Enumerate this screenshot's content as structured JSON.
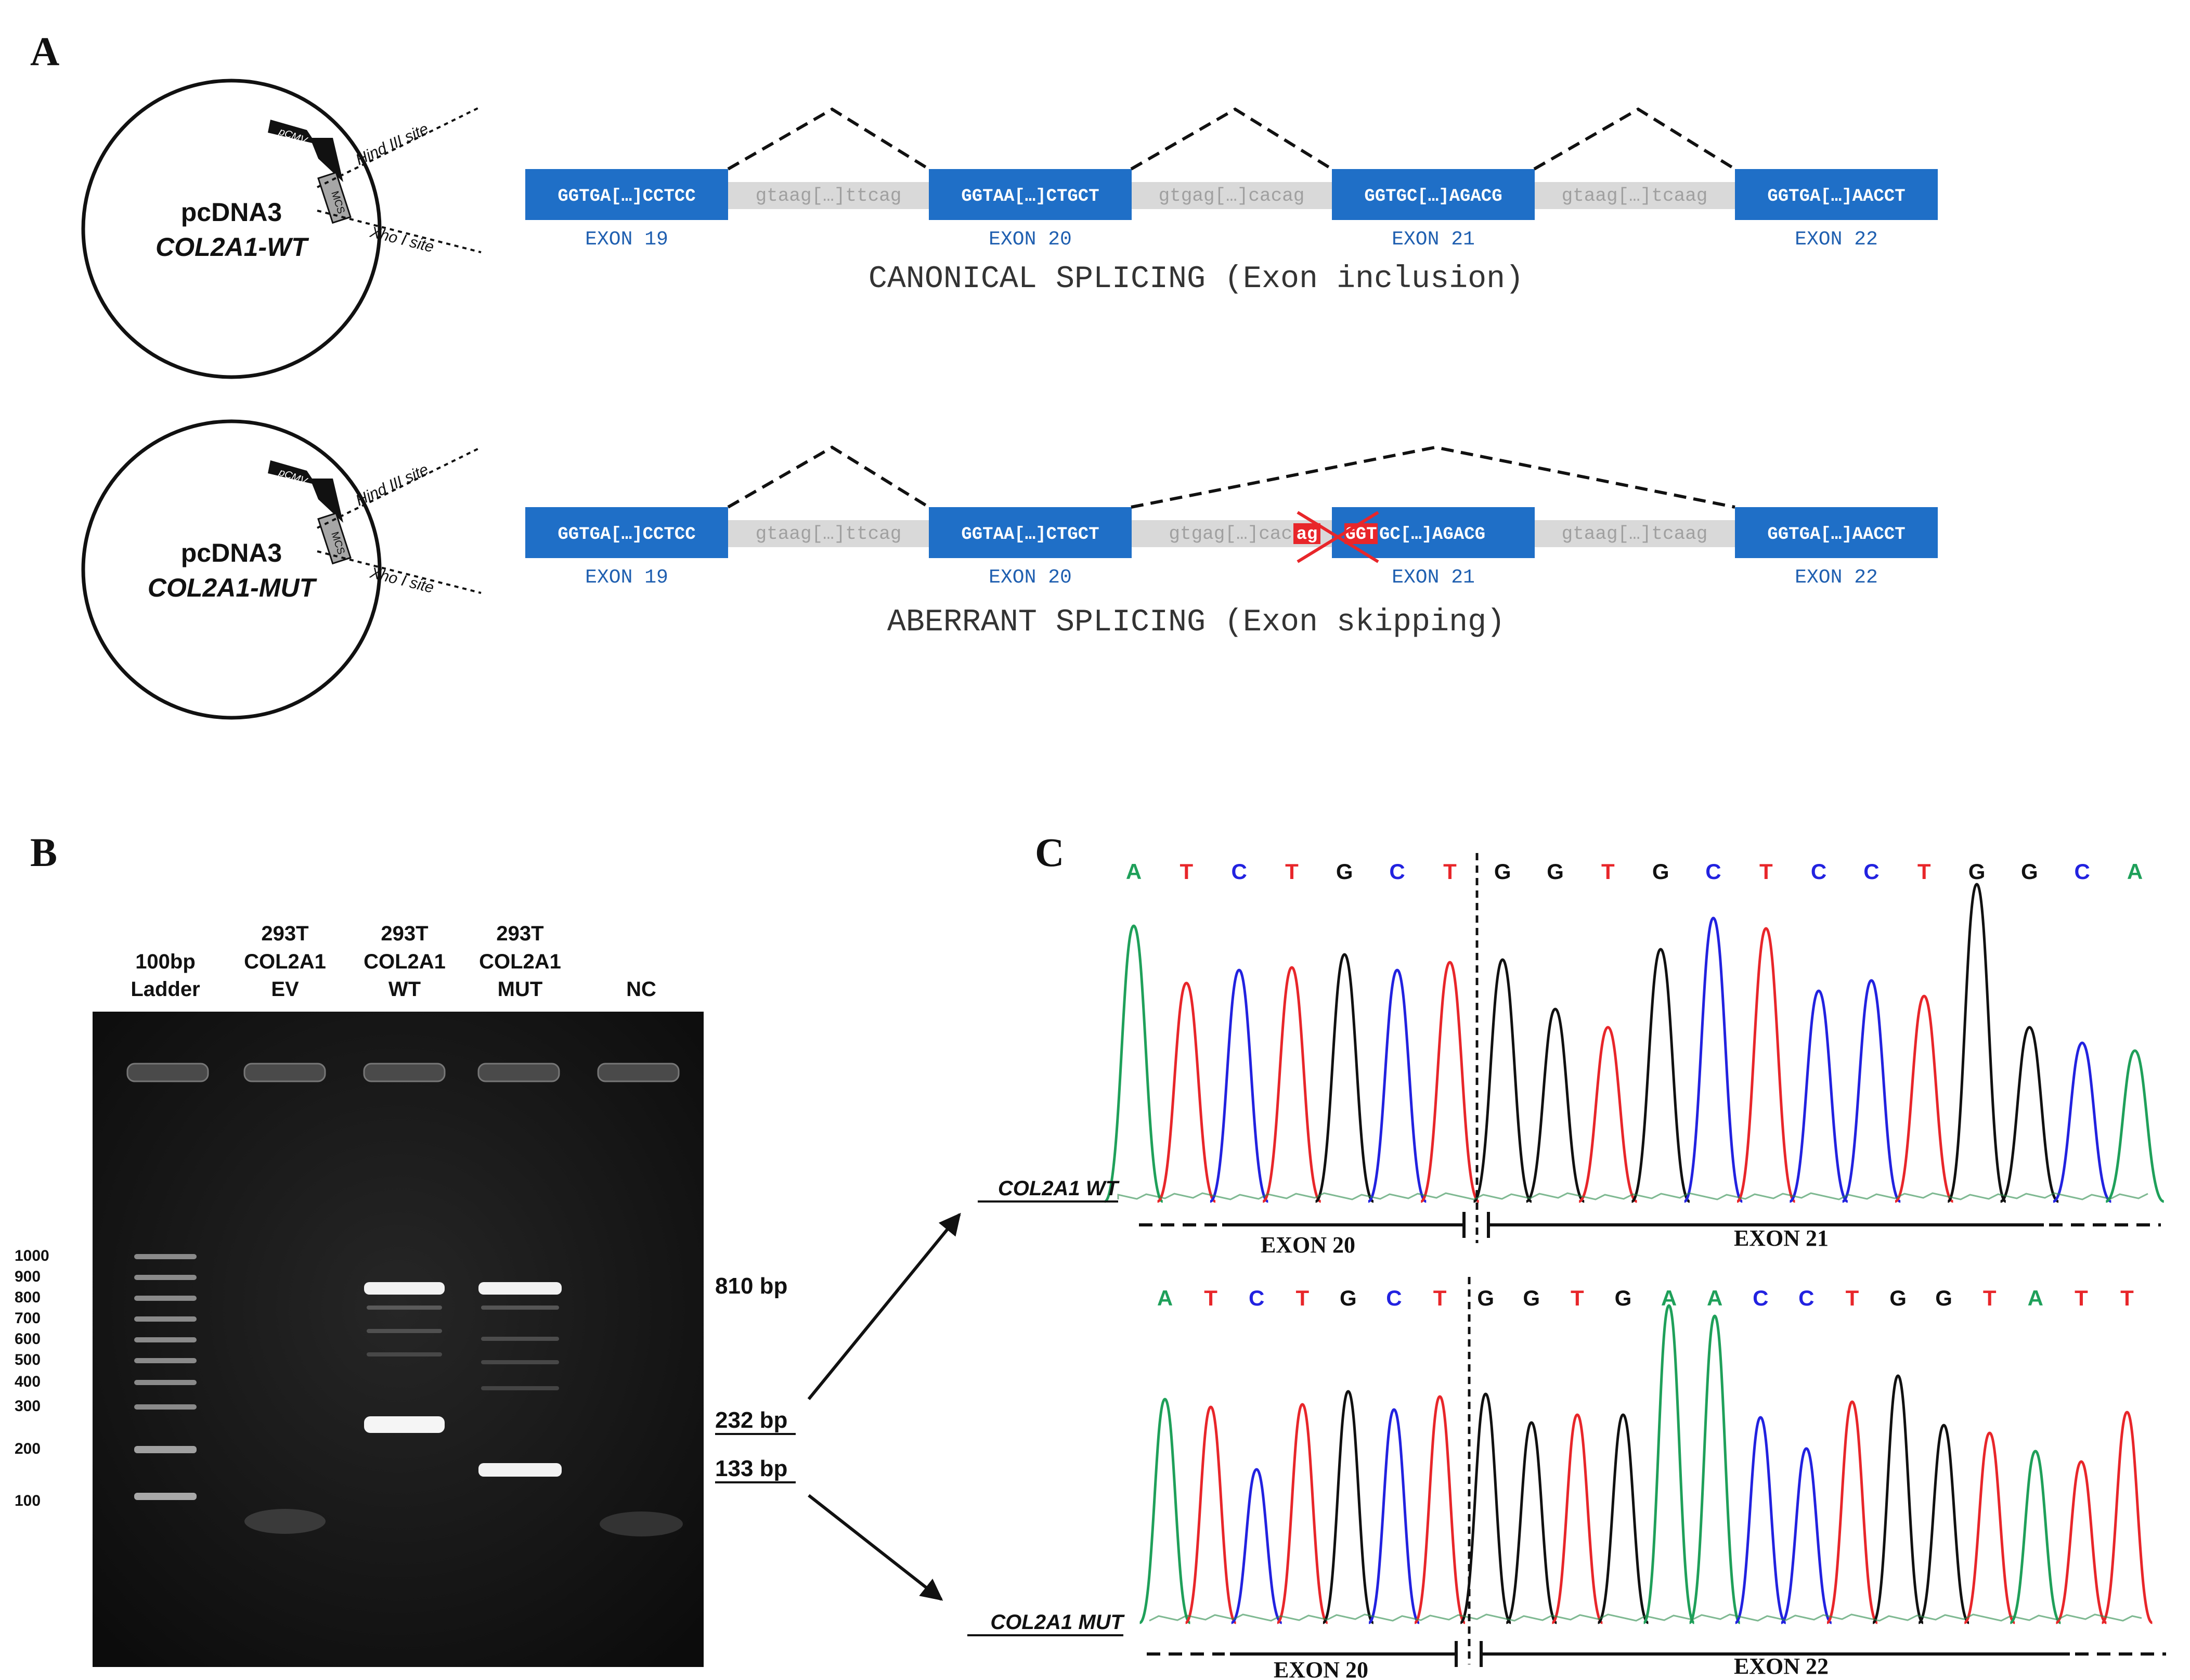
{
  "panel_labels": {
    "a": "A",
    "b": "B",
    "c": "C"
  },
  "panel_a": {
    "constructs": [
      {
        "vector": "pcDNA3",
        "insert": "COL2A1-WT",
        "promoter": "pCMV",
        "mcs": "MCS",
        "site1": "Hind III site",
        "site2": "Xho I site"
      },
      {
        "vector": "pcDNA3",
        "insert": "COL2A1-MUT",
        "promoter": "pCMV",
        "mcs": "MCS",
        "site1": "Hind III site",
        "site2": "Xho I site"
      }
    ],
    "exons": [
      {
        "seq": "GGTGA[…]CCTCC",
        "label": "EXON 19"
      },
      {
        "seq": "GGTAA[…]CTGCT",
        "label": "EXON 20"
      },
      {
        "seq": "GGTGC[…]AGACG",
        "label": "EXON 21"
      },
      {
        "seq": "GGTGA[…]AACCT",
        "label": "EXON 22"
      }
    ],
    "introns": [
      "gtaag[…]ttcag",
      "gtgag[…]cacag",
      "gtaag[…]tcaag"
    ],
    "mut_intron": "gtgag[…]cac",
    "mut_ag": "ag",
    "mut_ggt": "GGT",
    "mut_exon21_rest": "GC[…]AGACG",
    "canonical_caption": "CANONICAL SPLICING (Exon inclusion)",
    "aberrant_caption": "ABERRANT SPLICING (Exon skipping)",
    "colors": {
      "exon": "#1f6fc7",
      "intron": "#d9d9d9",
      "mutation": "#e8262a"
    }
  },
  "panel_b": {
    "lanes": [
      {
        "line1": "",
        "line2": "100bp",
        "line3": "Ladder"
      },
      {
        "line1": "293T",
        "line2": "COL2A1",
        "line3": "EV"
      },
      {
        "line1": "293T",
        "line2": "COL2A1",
        "line3": "WT"
      },
      {
        "line1": "293T",
        "line2": "COL2A1",
        "line3": "MUT"
      },
      {
        "line1": "",
        "line2": "",
        "line3": "NC"
      }
    ],
    "ladder_labels": [
      "1000",
      "900",
      "800",
      "700",
      "600",
      "500",
      "400",
      "300",
      "200",
      "100"
    ],
    "bands": [
      "810 bp",
      "232 bp",
      "133 bp"
    ]
  },
  "panel_c": {
    "wt": {
      "bases": [
        "A",
        "T",
        "C",
        "T",
        "G",
        "C",
        "T",
        "G",
        "G",
        "T",
        "G",
        "C",
        "T",
        "C",
        "C",
        "T",
        "G",
        "G",
        "C",
        "A"
      ],
      "sample": "COL2A1 WT",
      "left_exon": "EXON 20",
      "right_exon": "EXON 21"
    },
    "mut": {
      "bases": [
        "A",
        "T",
        "C",
        "T",
        "G",
        "C",
        "T",
        "G",
        "G",
        "T",
        "G",
        "A",
        "A",
        "C",
        "C",
        "T",
        "G",
        "G",
        "T",
        "A",
        "T",
        "T"
      ],
      "sample": "COL2A1 MUT",
      "left_exon": "EXON 20",
      "right_exon": "EXON 22"
    },
    "base_colors": {
      "A": "#1fa05a",
      "T": "#e8262a",
      "C": "#2222e0",
      "G": "#111111"
    }
  }
}
